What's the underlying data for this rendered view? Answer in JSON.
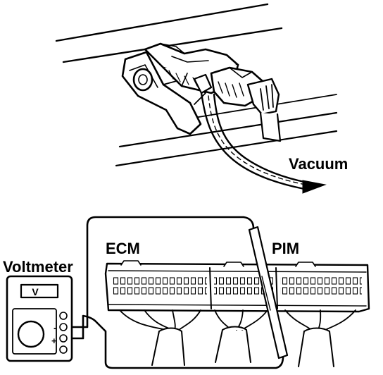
{
  "labels": {
    "vacuum": "Vacuum",
    "ecm": "ECM",
    "pim": "PIM",
    "voltmeter": "Voltmeter",
    "meter_display": "V",
    "terminal_minus": "-",
    "terminal_plus": "+"
  },
  "colors": {
    "ink": "#000000",
    "paper": "#ffffff"
  },
  "icons": {
    "arrow": "vacuum-arrow-icon"
  }
}
